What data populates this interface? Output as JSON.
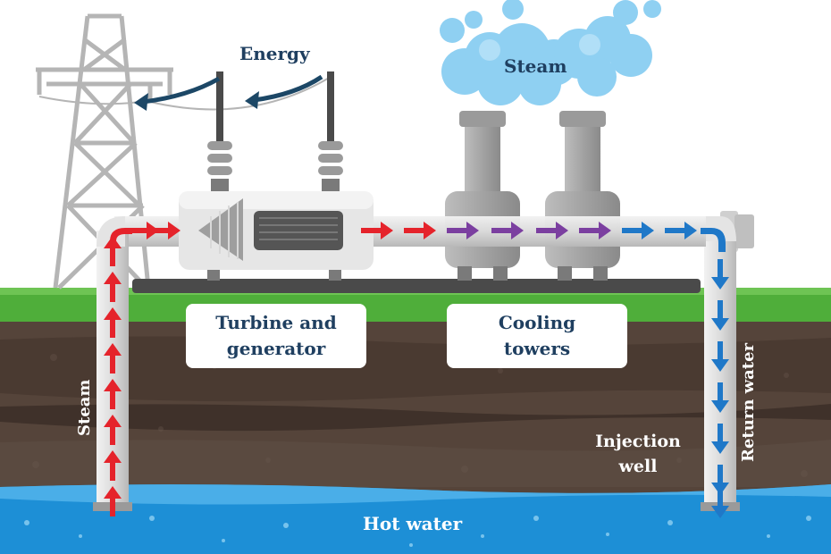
{
  "labels": {
    "energy": "Energy",
    "steam_cloud": "Steam",
    "turbine_line1": "Turbine and",
    "turbine_line2": "generator",
    "cooling_line1": "Cooling",
    "cooling_line2": "towers",
    "steam_pipe": "Steam",
    "return_water": "Return water",
    "injection_line1": "Injection",
    "injection_line2": "well",
    "hot_water": "Hot water"
  },
  "colors": {
    "steam_arrow": "#e5232b",
    "cooled_arrow": "#7b3fa0",
    "return_arrow": "#1f78c8",
    "energy_arrow": "#1c4766",
    "label_text": "#1f3f60",
    "grass": "#4fae3a",
    "soil": "#4f3d34",
    "hot_water": "#1d8fd6",
    "steam_cloud": "#8fd0f2"
  }
}
